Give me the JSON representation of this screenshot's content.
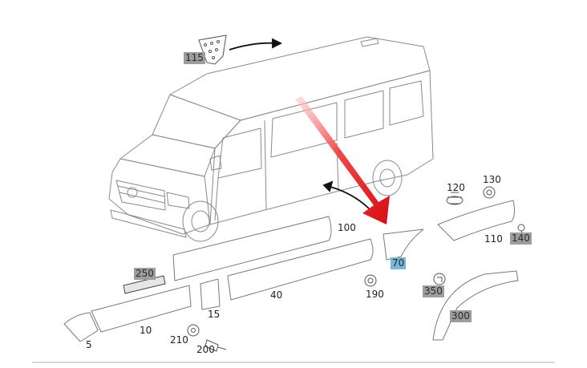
{
  "colors": {
    "line": "#8a8a8a",
    "highlight_grey": "#9d9d9d",
    "highlight_blue": "#78b7d6",
    "pointer_red": "#e8141b"
  },
  "callouts": {
    "c115": "115",
    "c100": "100",
    "c120": "120",
    "c130": "130",
    "c110": "110",
    "c140": "140",
    "c70": "70",
    "c250": "250",
    "c40": "40",
    "c190": "190",
    "c350": "350",
    "c300": "300",
    "c15": "15",
    "c10": "10",
    "c210": "210",
    "c200": "200",
    "c5": "5"
  }
}
